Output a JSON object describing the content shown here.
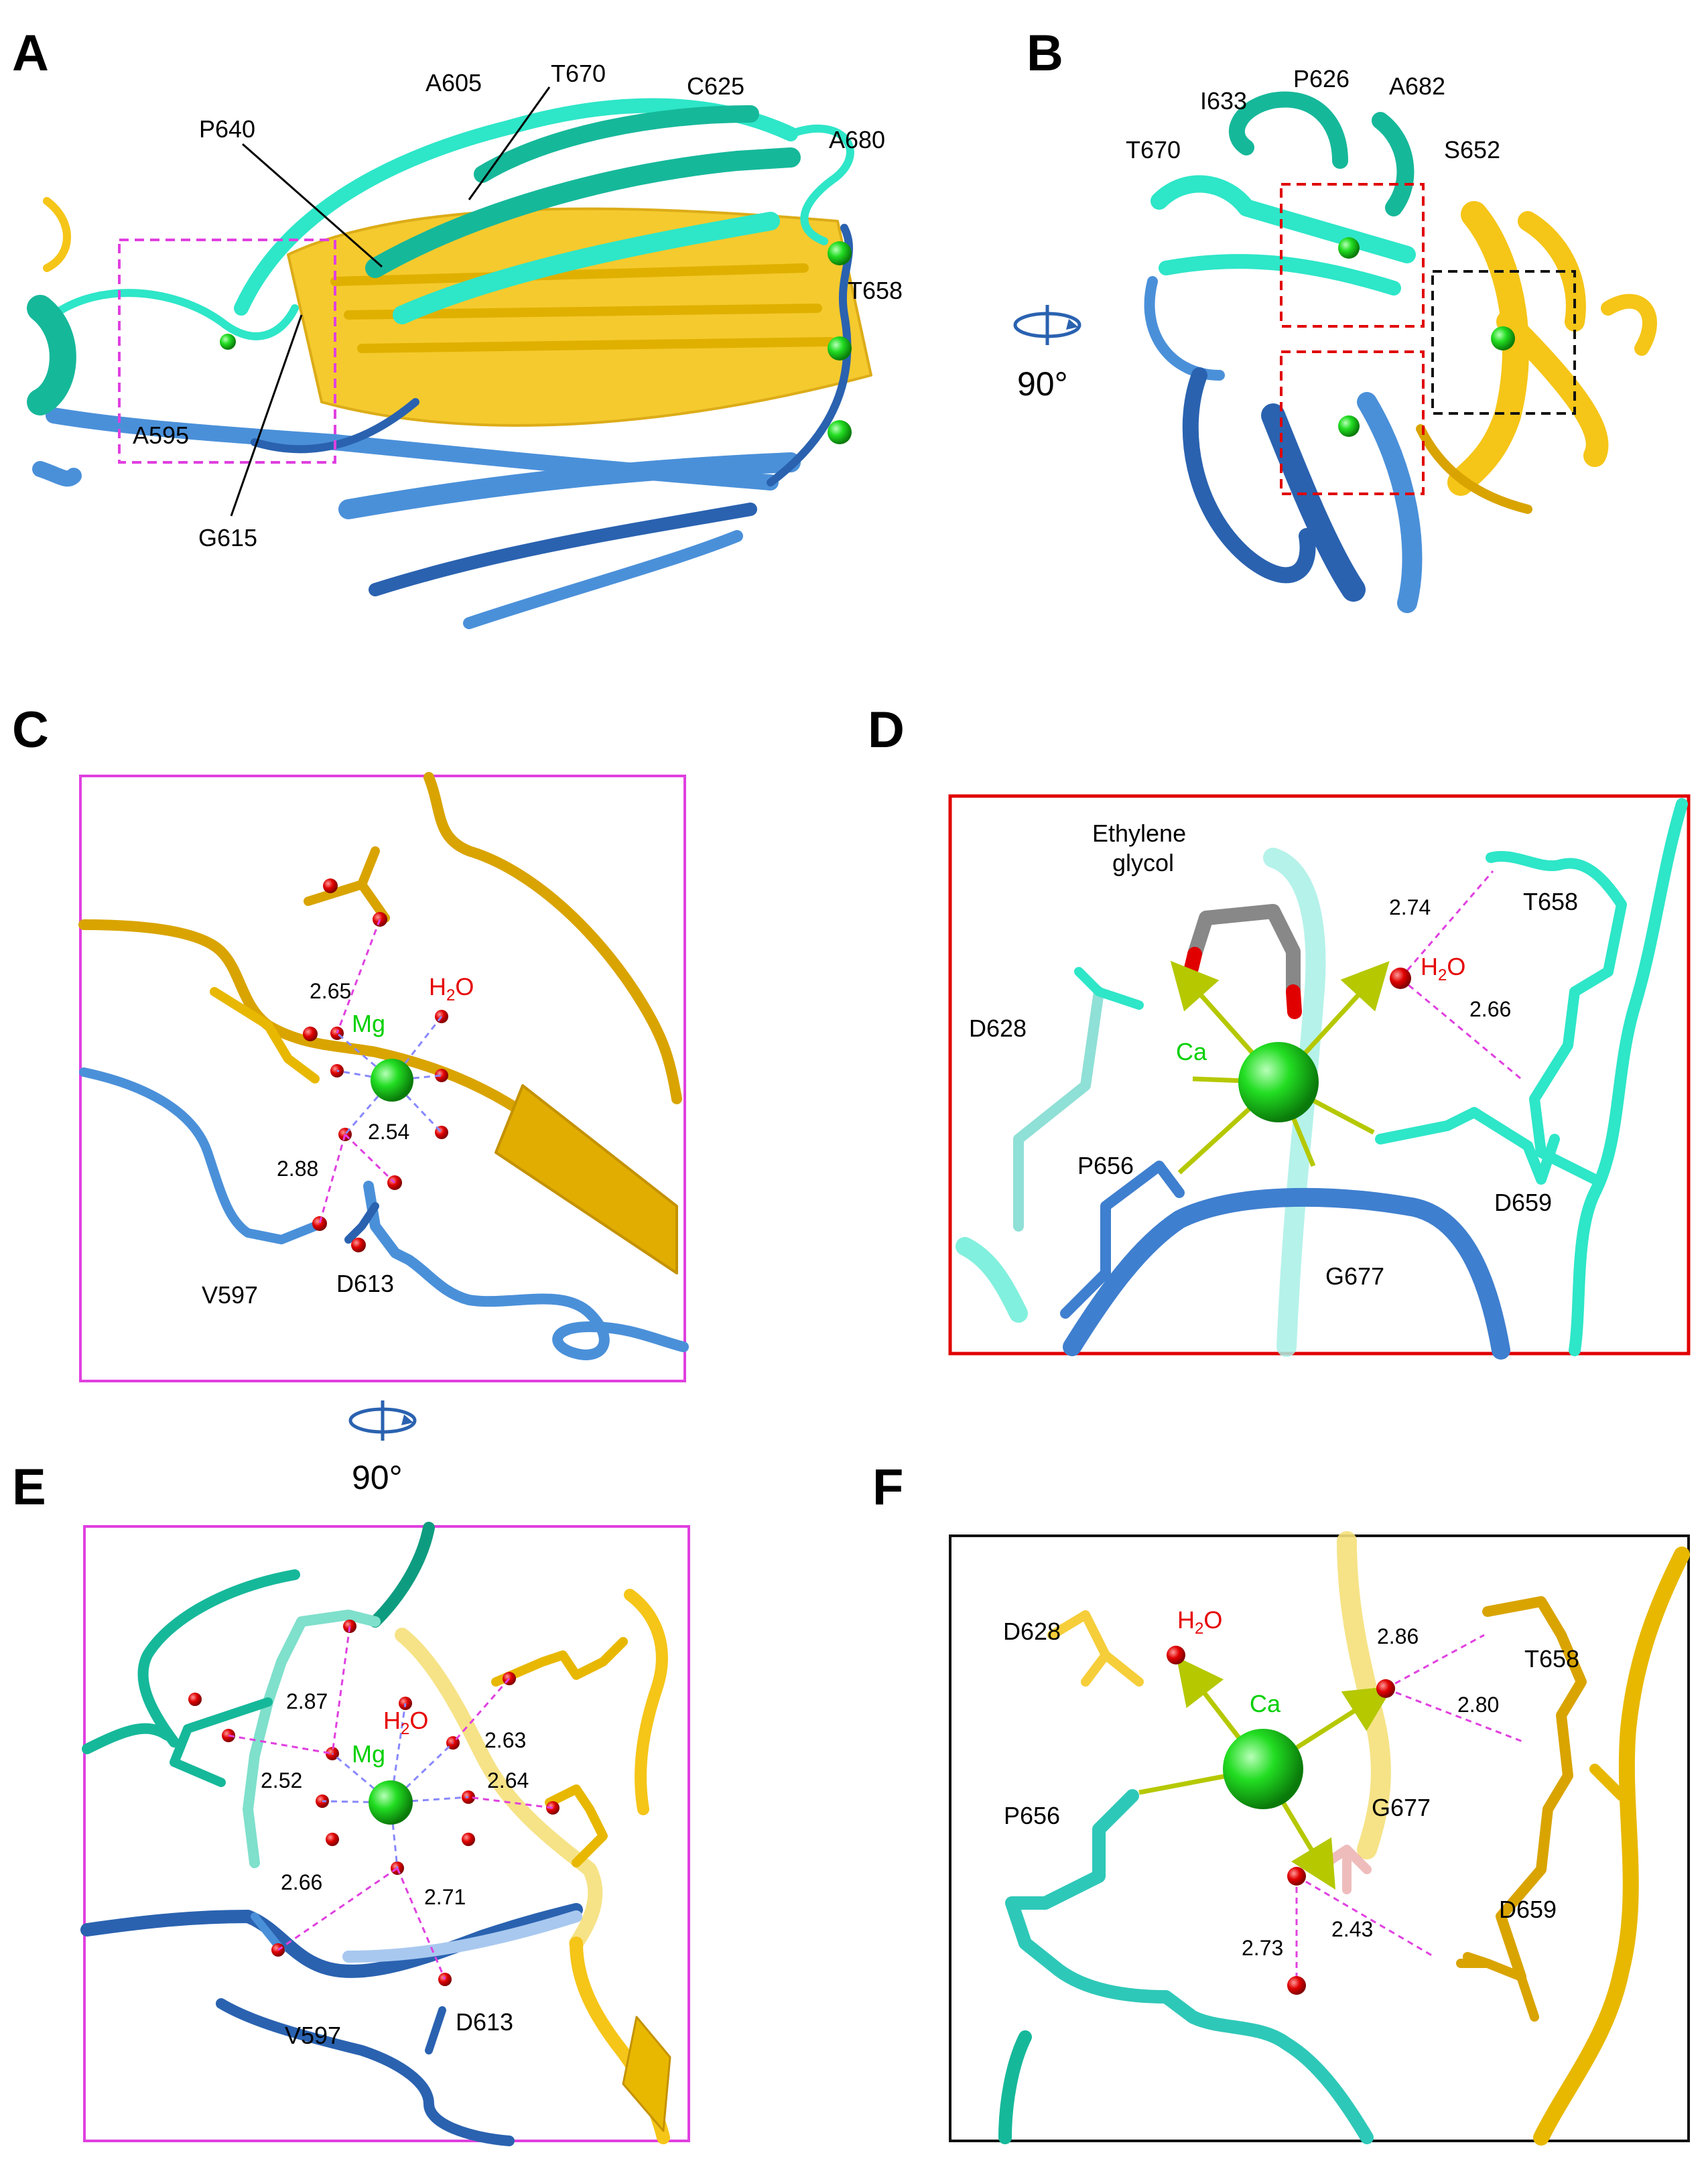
{
  "figure": {
    "panels": {
      "A": {
        "letter": "A",
        "residue_labels": [
          "A605",
          "T670",
          "C625",
          "A680",
          "P640",
          "T658",
          "A595",
          "G615"
        ]
      },
      "B": {
        "letter": "B",
        "residue_labels": [
          "I633",
          "P626",
          "A682",
          "T670",
          "S652"
        ],
        "rotation": "90°"
      },
      "C": {
        "letter": "C",
        "metal": "Mg",
        "water": [
          "H",
          "2",
          "O"
        ],
        "distances": [
          "2.65",
          "2.54",
          "2.88"
        ],
        "residue_labels": [
          "V597",
          "D613"
        ],
        "rotation": "90°"
      },
      "D": {
        "letter": "D",
        "ligand": [
          "Ethylene",
          "glycol"
        ],
        "metal": "Ca",
        "water": [
          "H",
          "2",
          "O"
        ],
        "distances": [
          "2.74",
          "2.66"
        ],
        "residue_labels": [
          "T658",
          "D628",
          "P656",
          "D659",
          "G677"
        ]
      },
      "E": {
        "letter": "E",
        "metal": "Mg",
        "water": [
          "H",
          "2",
          "O"
        ],
        "distances": [
          "2.87",
          "2.63",
          "2.52",
          "2.64",
          "2.66",
          "2.71"
        ],
        "residue_labels": [
          "V597",
          "D613"
        ]
      },
      "F": {
        "letter": "F",
        "metal": "Ca",
        "water": [
          "H",
          "2",
          "O"
        ],
        "distances": [
          "2.86",
          "2.80",
          "2.73",
          "2.43"
        ],
        "residue_labels": [
          "D628",
          "T658",
          "P656",
          "G677",
          "D659"
        ]
      }
    },
    "colors": {
      "cyan": "#2ee6c8",
      "teal": "#16b89a",
      "gold": "#f5c518",
      "gold_dark": "#d9a400",
      "blue": "#4a90d9",
      "blue_dark": "#2a62b0",
      "magenta": "#e040e0",
      "red_box": "#e00000",
      "metal": "#22dd22",
      "oxygen": "#e00000",
      "arrow": "#b5c800"
    }
  }
}
